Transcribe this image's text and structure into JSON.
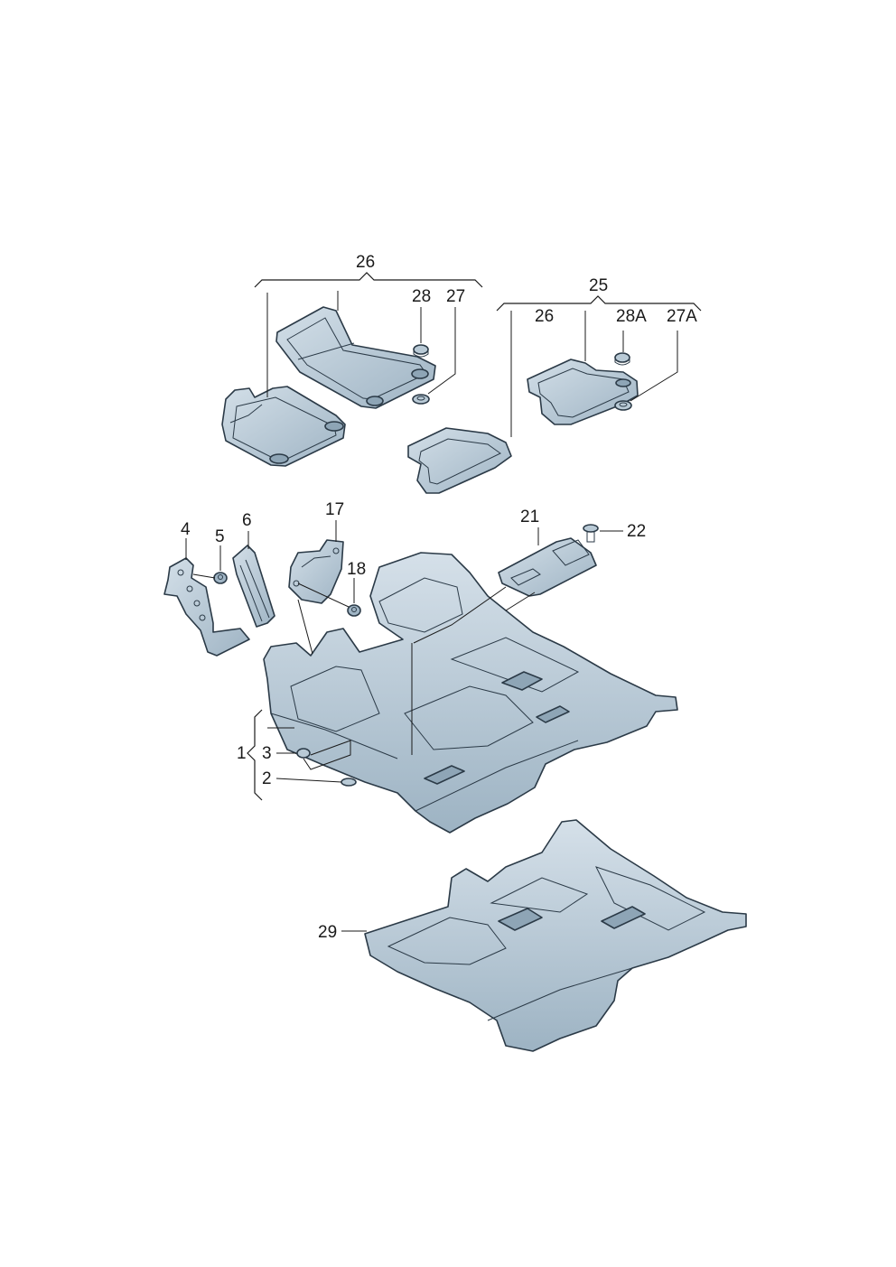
{
  "labels": {
    "l1": "1",
    "l2": "2",
    "l3": "3",
    "l4": "4",
    "l5": "5",
    "l6": "6",
    "l17": "17",
    "l18": "18",
    "l21": "21",
    "l22": "22",
    "l25": "25",
    "l26a": "26",
    "l26b": "26",
    "l27": "27",
    "l27a": "27A",
    "l28": "28",
    "l28a": "28A",
    "l29": "29"
  },
  "colors": {
    "part_fill": "#b9cad6",
    "outline": "#2b3a47",
    "background": "#ffffff"
  }
}
